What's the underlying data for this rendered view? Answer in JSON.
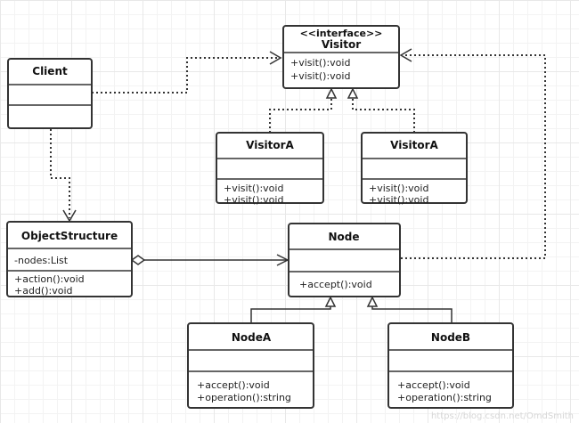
{
  "visitor": {
    "stereotype": "<<interface>>",
    "name": "Visitor",
    "methods": [
      "+visit():void",
      "+visit():void"
    ]
  },
  "client": {
    "name": "Client"
  },
  "visitor_a": {
    "name": "VisitorA",
    "methods": [
      "+visit():void",
      "+visit():void"
    ]
  },
  "visitor_b": {
    "name": "VisitorA",
    "methods": [
      "+visit():void",
      "+visit():void"
    ]
  },
  "object_structure": {
    "name": "ObjectStructure",
    "attributes": [
      "-nodes:List"
    ],
    "methods": [
      "+action():void",
      "+add():void"
    ]
  },
  "node": {
    "name": "Node",
    "methods": [
      "+accept():void"
    ]
  },
  "node_a": {
    "name": "NodeA",
    "methods": [
      "+accept():void",
      "+operation():string"
    ]
  },
  "node_b": {
    "name": "NodeB",
    "methods": [
      "+accept():void",
      "+operation():string"
    ]
  },
  "watermark": "https://blog.csdn.net/OmdSmith"
}
